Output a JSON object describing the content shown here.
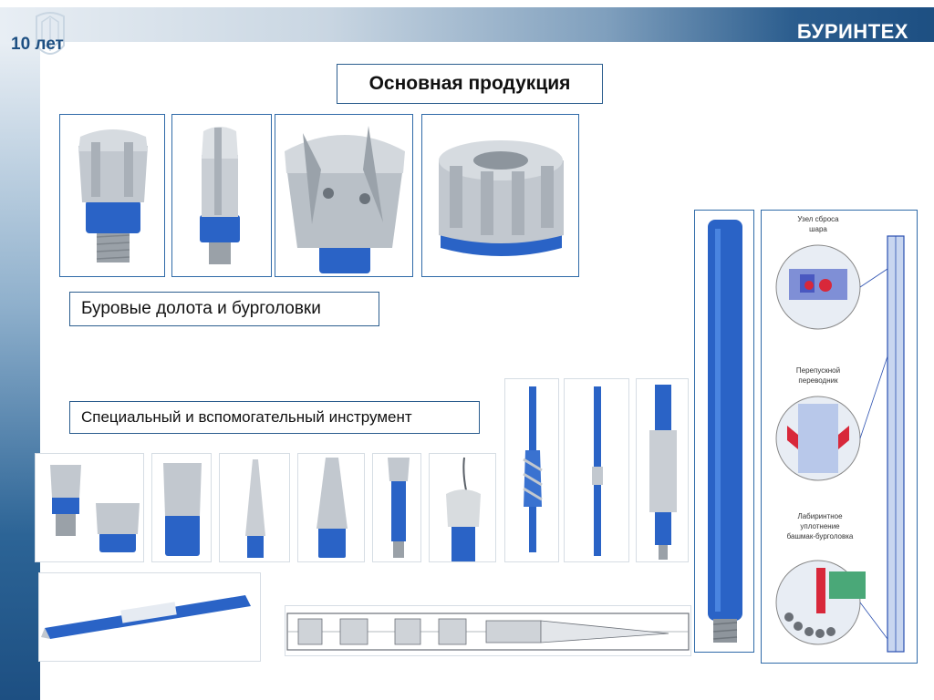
{
  "header": {
    "brand": "БУРИНТЕХ",
    "years": "10 лет"
  },
  "title": "Основная продукция",
  "section_bits": "Буровые долота и бурголовки",
  "section_tools": "Специальный и вспомогательный инструмент",
  "diagram_labels": {
    "ball_drop_1": "Узел сброса",
    "ball_drop_2": "шара",
    "bypass_1": "Перепускной",
    "bypass_2": "переводник",
    "seal_1": "Лабиринтное",
    "seal_2": "уплотнение",
    "seal_3": "башмак-бурголовка"
  },
  "colors": {
    "accent": "#1d4f82",
    "tool_blue": "#2a63c6",
    "steel": "#c2c8cf"
  }
}
